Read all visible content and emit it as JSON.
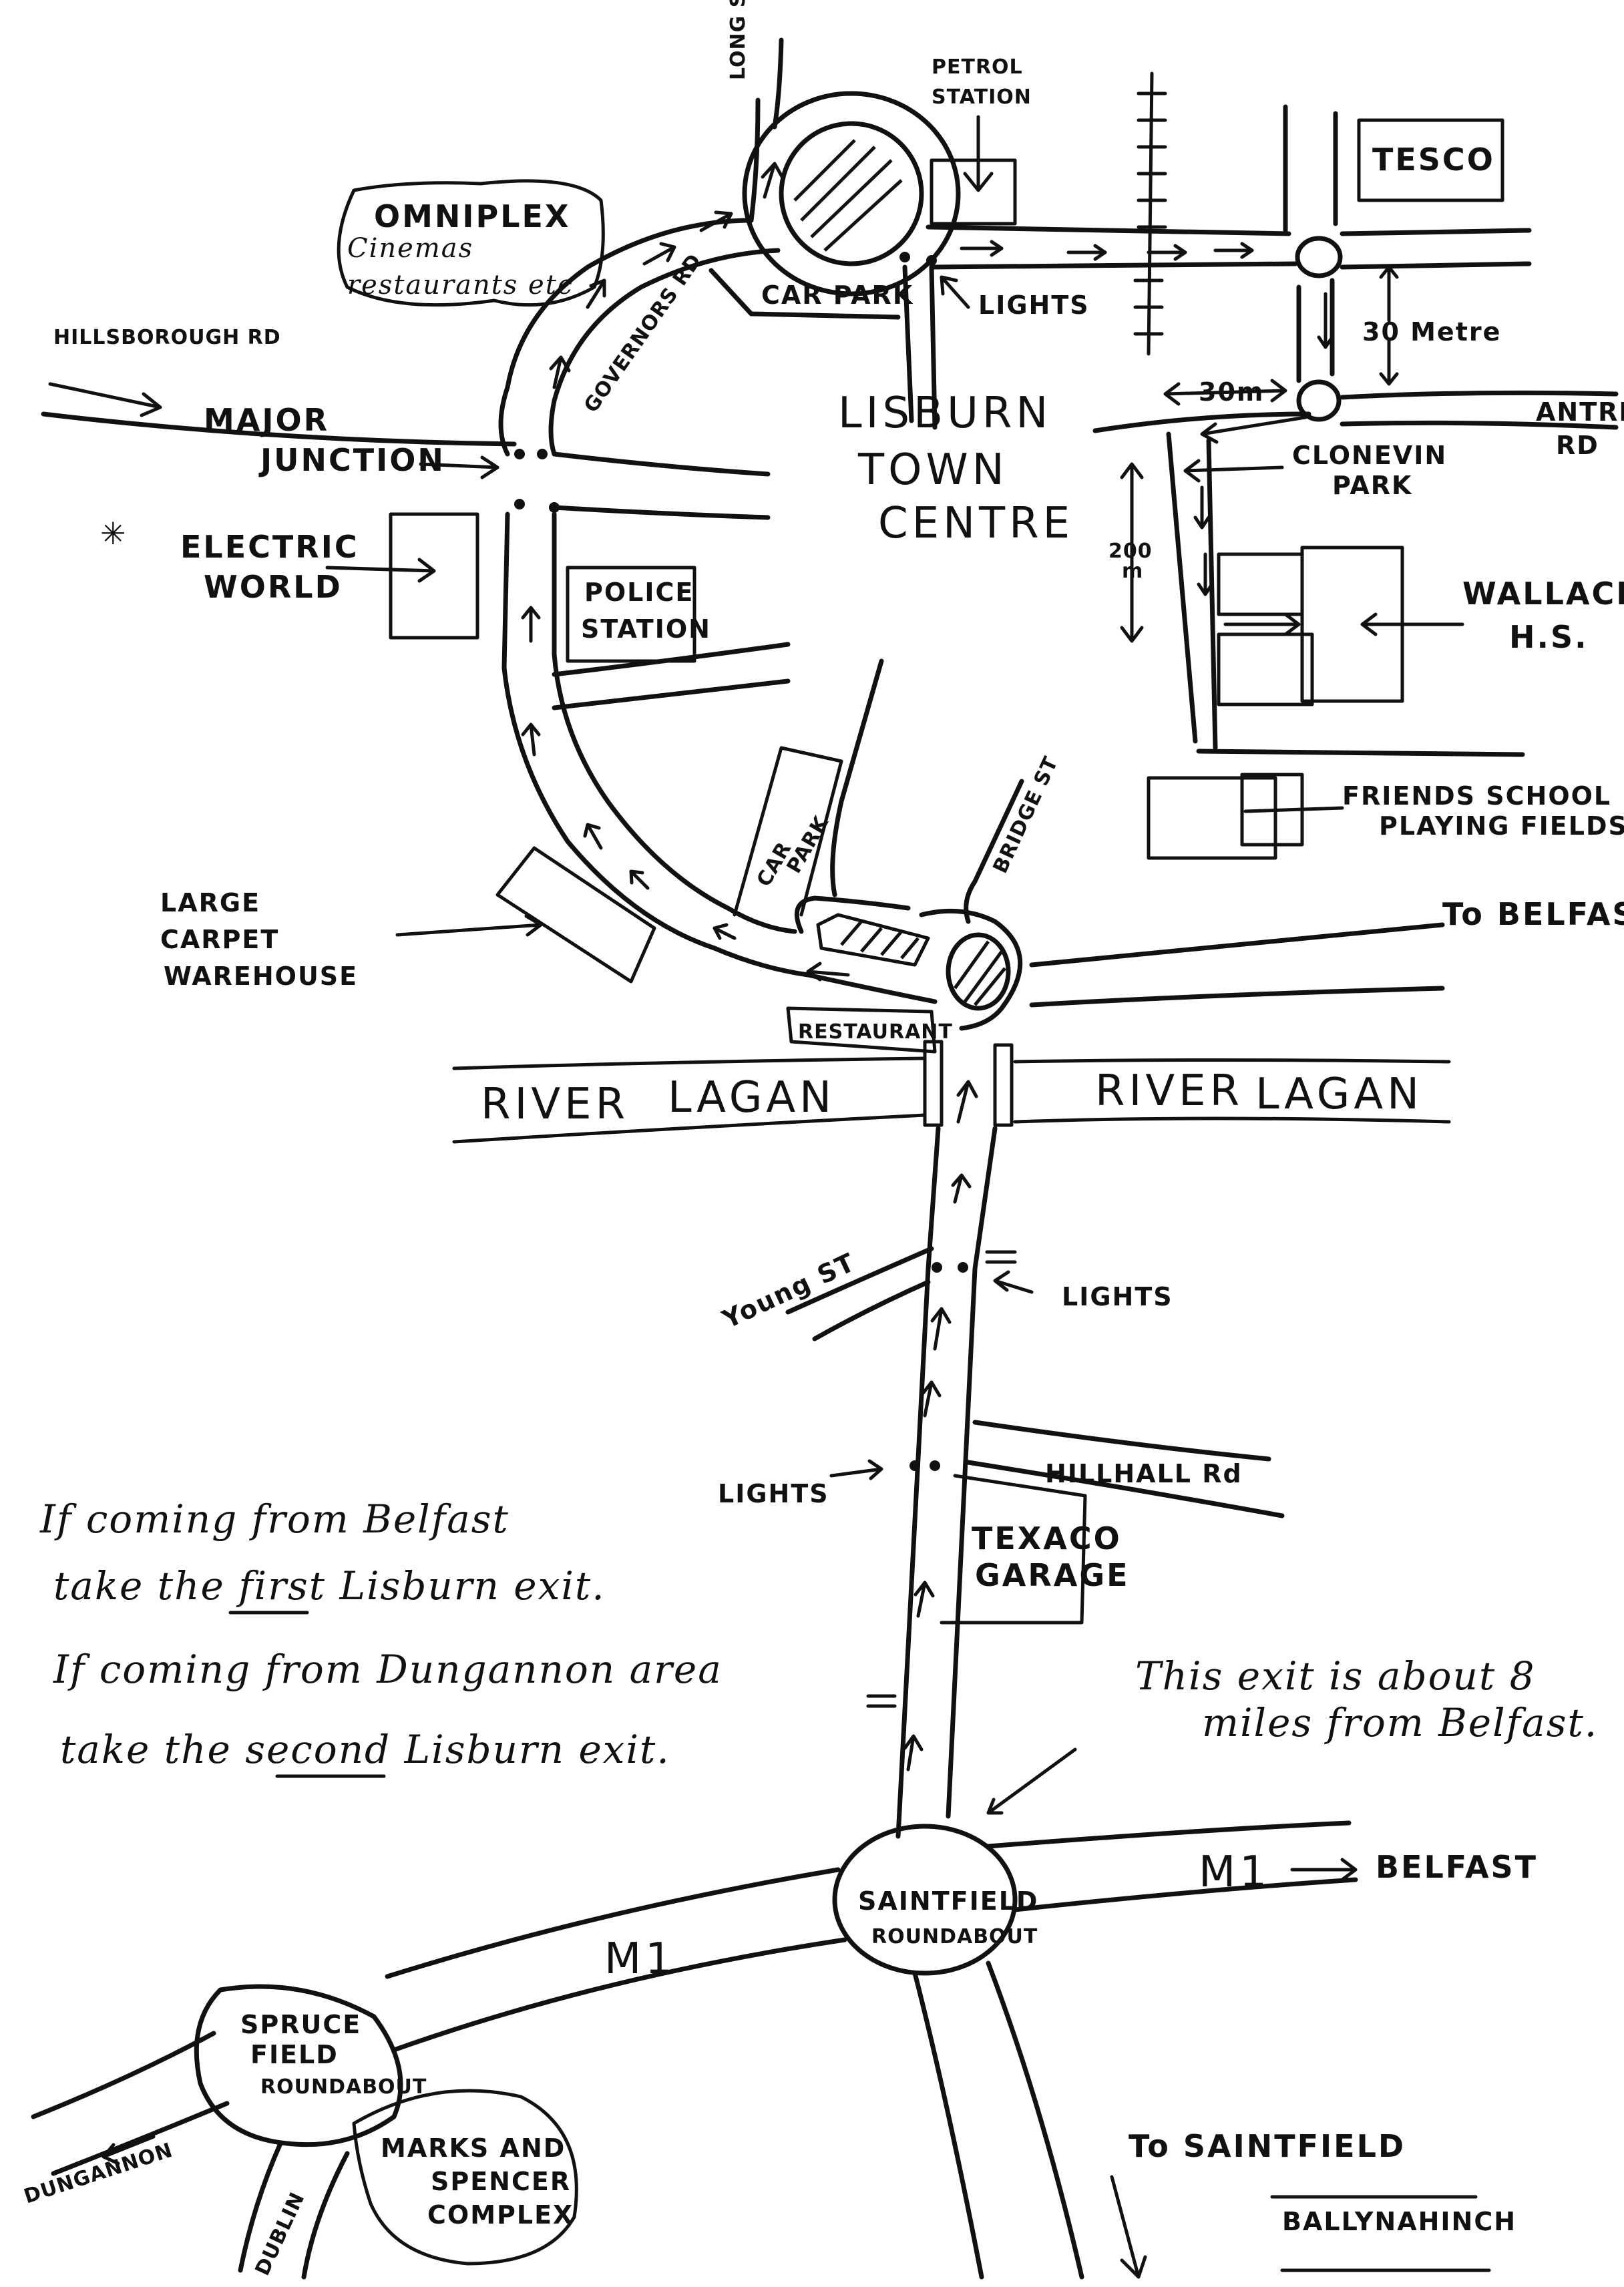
{
  "labels": {
    "long_stone_street": "LONG STONE STREET",
    "petrol_station": [
      "PETROL",
      "STATION"
    ],
    "tesco": "TESCO",
    "omniplex": [
      "OMNIPLEX",
      "Cinemas",
      "restaurants etc"
    ],
    "car_park_top": "CAR PARK",
    "lights_top": "LIGHTS",
    "hillsborough_rd": "HILLSBOROUGH RD",
    "major_junction": [
      "MAJOR",
      "JUNCTION"
    ],
    "governors_rd": "GOVERNORS RD",
    "lisburn_town_centre": [
      "LISBURN",
      "TOWN",
      "CENTRE"
    ],
    "thirty_metre": "30 Metre",
    "thirty_m": "30m",
    "antrim_rd": [
      "ANTRIM",
      "RD"
    ],
    "clonevin_park": [
      "CLONEVIN",
      "PARK"
    ],
    "electric_world": [
      "ELECTRIC",
      "WORLD"
    ],
    "police_station": [
      "POLICE",
      "STATION"
    ],
    "two_hundred_m": [
      "200",
      "m"
    ],
    "wallace_hs": [
      "WALLACE",
      "H.S."
    ],
    "friends_school": [
      "FRIENDS SCHOOL",
      "PLAYING FIELDS"
    ],
    "large_carpet": [
      "LARGE",
      "CARPET",
      "WAREHOUSE"
    ],
    "car_park_mid": [
      "CAR",
      "PARK"
    ],
    "bridge_st": "BRIDGE ST",
    "to_belfast_top": "To BELFAST",
    "restaurant": "RESTAURANT",
    "river_left": [
      "RIVER",
      "LAGAN"
    ],
    "river_right": [
      "RIVER",
      "LAGAN"
    ],
    "young_st": "Young ST",
    "lights_mid": "LIGHTS",
    "lights_low": "LIGHTS",
    "hillhall_rd": "HILLHALL Rd",
    "texaco": [
      "TEXACO",
      "GARAGE"
    ],
    "note_belfast": [
      "If coming from Belfast",
      "take the first Lisburn exit."
    ],
    "note_belfast_emph": "first",
    "note_dungannon": [
      "If coming from Dungannon area",
      "take the second Lisburn exit."
    ],
    "note_dungannon_emph": "second",
    "note_exit": [
      "This exit is about 8",
      "miles from Belfast."
    ],
    "m1_right": "M1",
    "m1_belfast": "BELFAST",
    "saintfield_rb": [
      "SAINTFIELD",
      "ROUNDABOUT"
    ],
    "m1_mid": "M1",
    "sprucefield_rb": [
      "SPRUCE",
      "FIELD",
      "ROUNDABOUT"
    ],
    "dungannon": "DUNGANNON",
    "dublin": "DUBLIN",
    "marks_spencer": [
      "MARKS AND",
      "SPENCER",
      "COMPLEX"
    ],
    "to_saintfield": "To SAINTFIELD",
    "ballynahinch": "BALLYNAHINCH"
  }
}
